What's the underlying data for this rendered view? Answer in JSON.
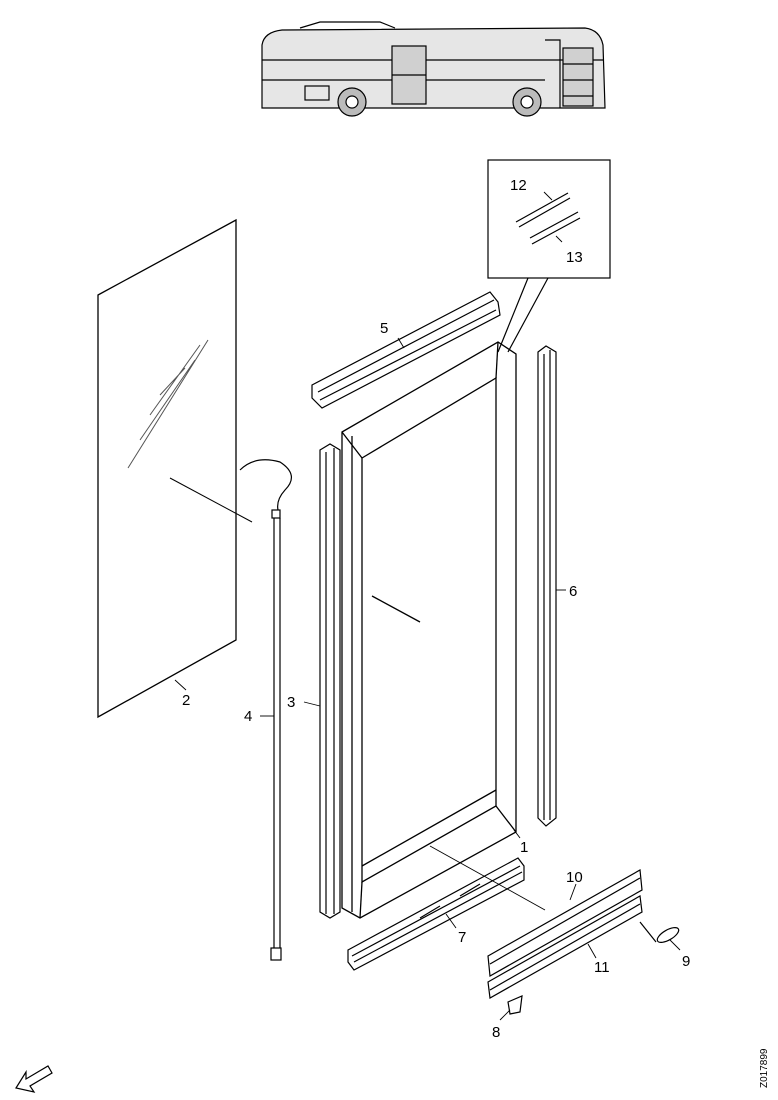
{
  "callouts": {
    "c1": "1",
    "c2": "2",
    "c3": "3",
    "c4": "4",
    "c5": "5",
    "c6": "6",
    "c7": "7",
    "c8": "8",
    "c9": "9",
    "c10": "10",
    "c11": "11",
    "c12": "12",
    "c13": "13"
  },
  "reference_code": "Z017899"
}
